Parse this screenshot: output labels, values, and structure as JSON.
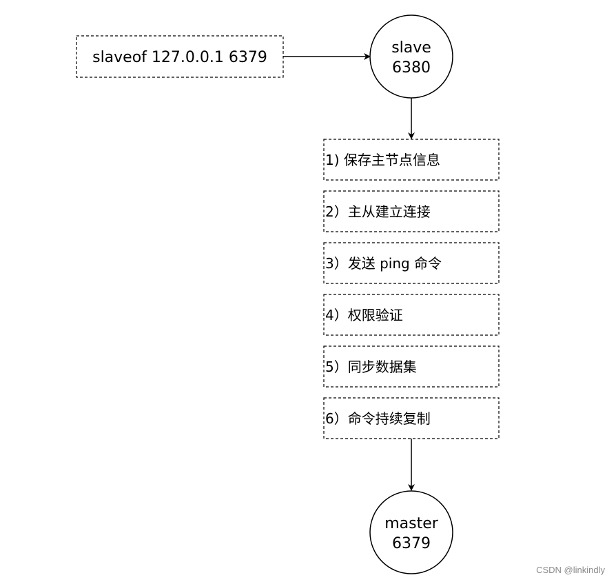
{
  "command": {
    "text": "slaveof 127.0.0.1 6379"
  },
  "slave_node": {
    "line1": "slave",
    "line2": "6380"
  },
  "steps": [
    "1) 保存主节点信息",
    "2）主从建立连接",
    "3）发送 ping 命令",
    "4）权限验证",
    "5）同步数据集",
    "6）命令持续复制"
  ],
  "master_node": {
    "line1": "master",
    "line2": "6379"
  },
  "watermark": "CSDN @linkindly",
  "colors": {
    "stroke": "#000000",
    "background": "#ffffff",
    "watermark": "#8a8a8a"
  }
}
